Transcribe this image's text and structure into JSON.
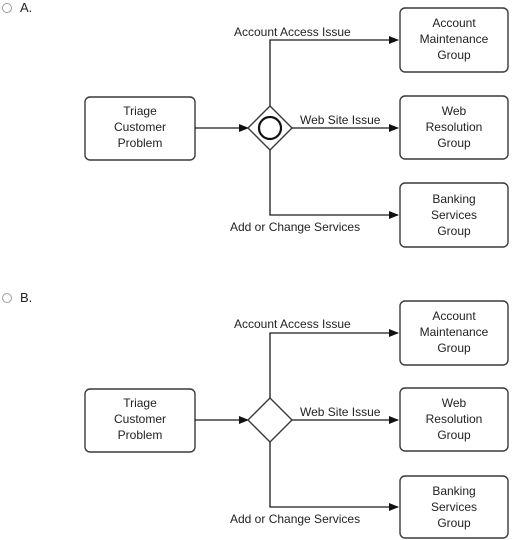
{
  "options": [
    {
      "label": "A.",
      "gateway": "event-based",
      "source": [
        "Triage",
        "Customer",
        "Problem"
      ],
      "branches": [
        {
          "condition": "Account Access Issue",
          "target": [
            "Account",
            "Maintenance",
            "Group"
          ]
        },
        {
          "condition": "Web Site Issue",
          "target": [
            "Web",
            "Resolution",
            "Group"
          ]
        },
        {
          "condition": "Add or Change Services",
          "target": [
            "Banking",
            "Services",
            "Group"
          ]
        }
      ]
    },
    {
      "label": "B.",
      "gateway": "exclusive",
      "source": [
        "Triage",
        "Customer",
        "Problem"
      ],
      "branches": [
        {
          "condition": "Account Access Issue",
          "target": [
            "Account",
            "Maintenance",
            "Group"
          ]
        },
        {
          "condition": "Web Site Issue",
          "target": [
            "Web",
            "Resolution",
            "Group"
          ]
        },
        {
          "condition": "Add or Change Services",
          "target": [
            "Banking",
            "Services",
            "Group"
          ]
        }
      ]
    }
  ]
}
